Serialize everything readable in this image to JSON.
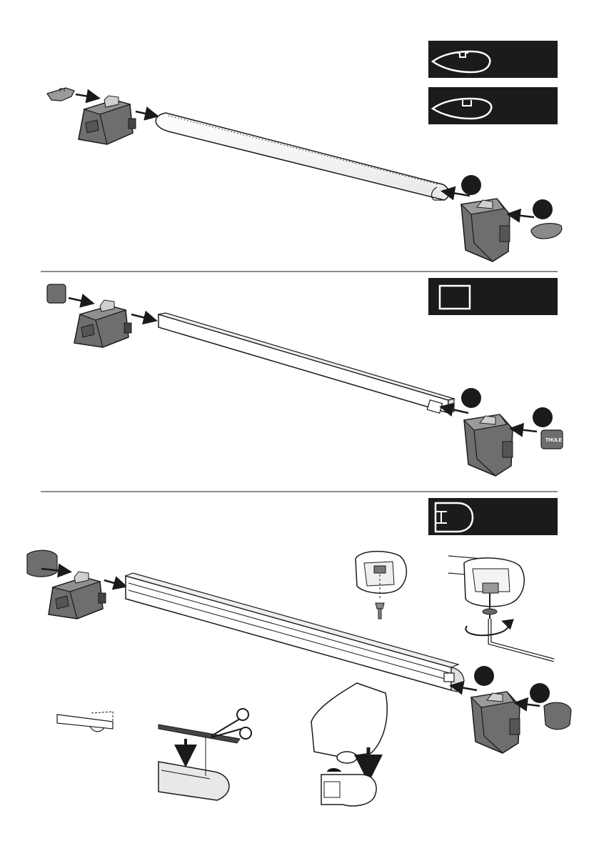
{
  "sections": [
    {
      "id": "aero-bar",
      "profile_icon": "aero-bar-profile-icon",
      "bar_icon": "aerodynamic-bar",
      "step_markers": [
        "",
        ""
      ]
    },
    {
      "id": "square-bar",
      "profile_icon": "square-bar-profile-icon",
      "bar_icon": "square-bar",
      "step_markers": [
        "",
        ""
      ]
    },
    {
      "id": "slot-bar",
      "profile_icon": "slot-bar-profile-icon",
      "bar_icon": "t-slot-bar",
      "step_markers": [
        "",
        ""
      ]
    }
  ],
  "end_cap_brand": "THULE",
  "colors": {
    "dark_panel": "#1b1b1b",
    "part_gray": "#6e6e6e",
    "part_dark": "#444444",
    "line": "#1a1a1a"
  },
  "detail_steps": [
    "measure-cut-line-icon",
    "cut-rubber-strip-icon",
    "press-strip-into-slot-icon",
    "t-bolt-adapter-icon",
    "tighten-allen-key-icon"
  ]
}
